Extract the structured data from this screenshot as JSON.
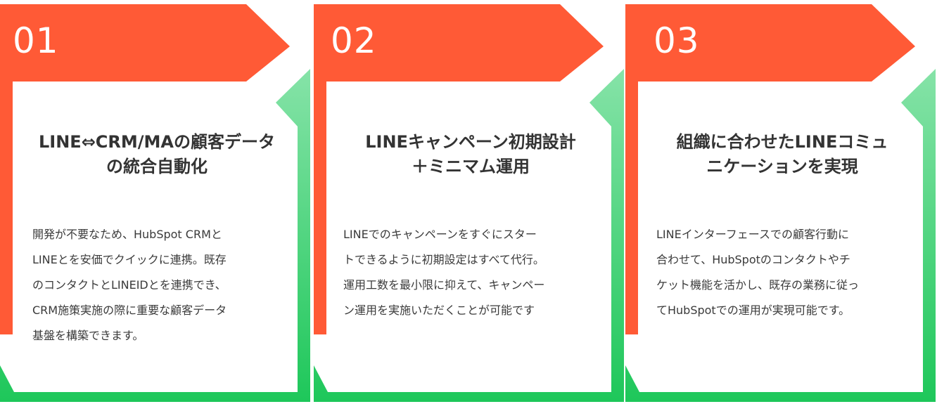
{
  "colors": {
    "orange": "#ff5a36",
    "green_light": "#7ee0a2",
    "green": "#1ec75a",
    "text": "#333333"
  },
  "cards": [
    {
      "number": "01",
      "title_lines": [
        "LINE⇔CRM/MAの顧客データ",
        "の統合自動化"
      ],
      "body_lines": [
        "開発が不要なため、HubSpot CRMと",
        "LINEとを安価でクイックに連携。既存",
        "のコンタクトとLINEIDとを連携でき、",
        "CRM施策実施の際に重要な顧客データ",
        "基盤を構築できます。"
      ]
    },
    {
      "number": "02",
      "title_lines": [
        "LINEキャンペーン初期設計",
        "＋ミニマム運用"
      ],
      "body_lines": [
        "LINEでのキャンペーンをすぐにスター",
        "トできるように初期設定はすべて代行。",
        "運用工数を最小限に抑えて、キャンペー",
        "ン運用を実施いただくことが可能です"
      ]
    },
    {
      "number": "03",
      "title_lines": [
        "組織に合わせたLINEコミュ",
        "ニケーションを実現"
      ],
      "body_lines": [
        "LINEインターフェースでの顧客行動に",
        "合わせて、HubSpotのコンタクトやチ",
        "ケット機能を活かし、既存の業務に従っ",
        "てHubSpotでの運用が実現可能です。"
      ]
    }
  ]
}
